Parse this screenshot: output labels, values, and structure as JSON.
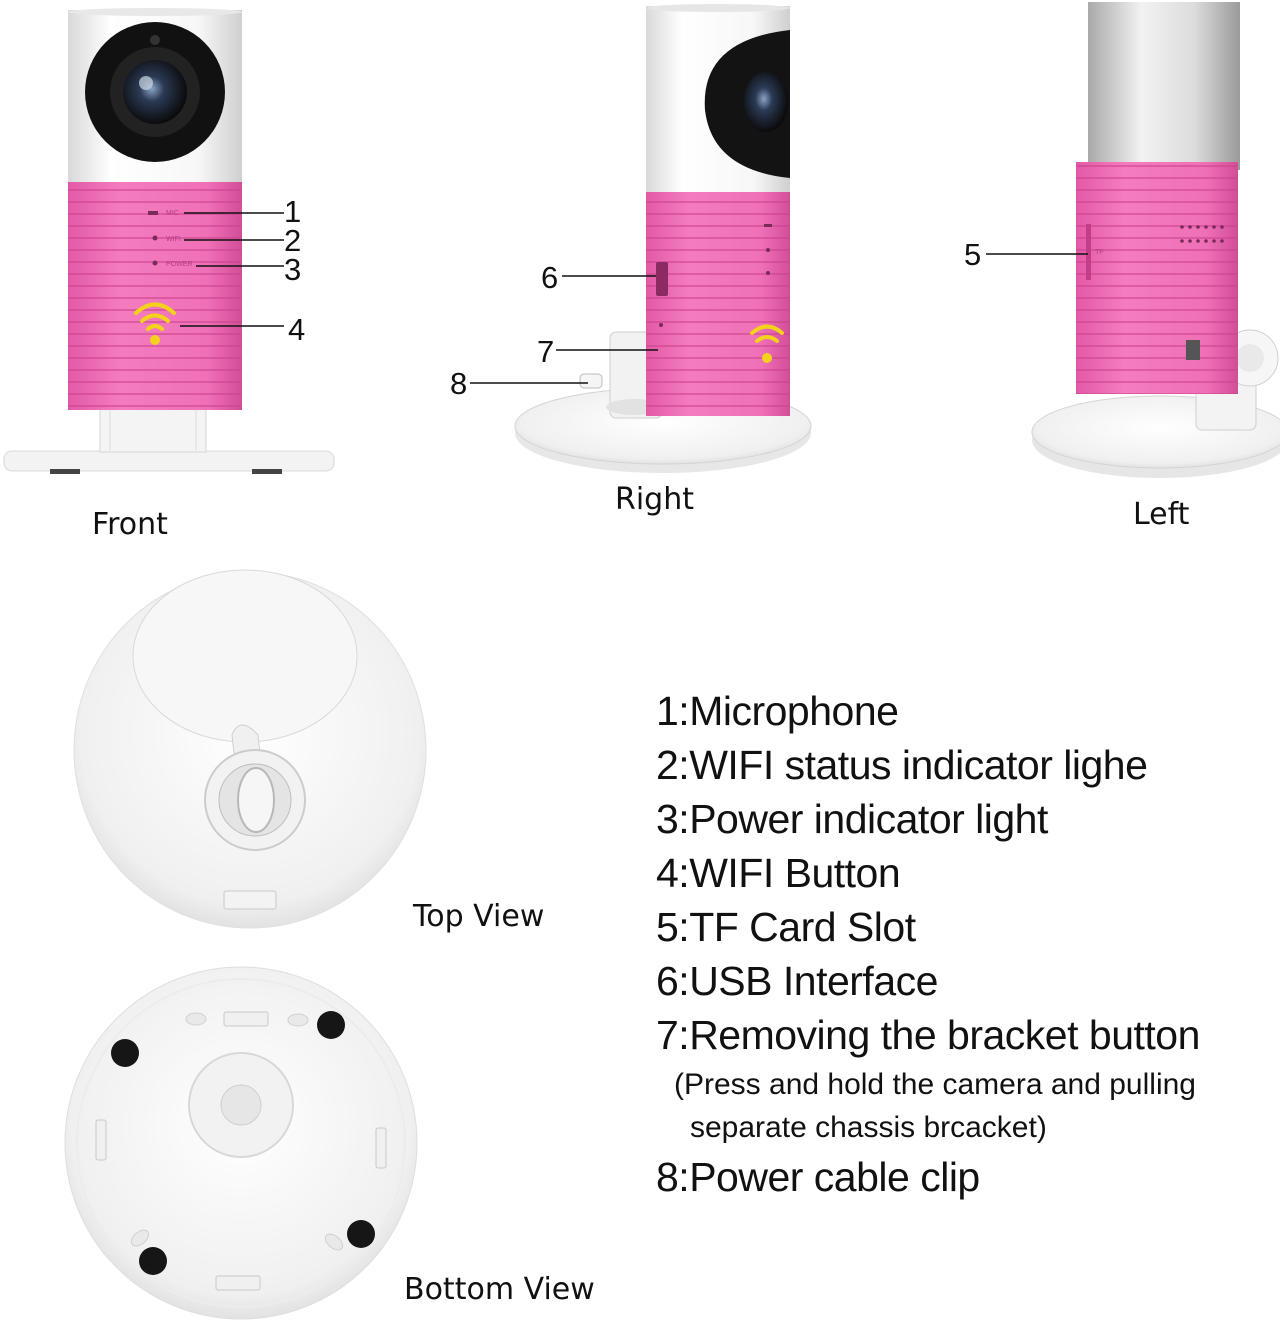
{
  "views": {
    "front": "Front",
    "right": "Right",
    "left": "Left",
    "top": "Top View",
    "bottom": "Bottom View"
  },
  "callouts": [
    "1",
    "2",
    "3",
    "4",
    "5",
    "6",
    "7",
    "8"
  ],
  "device_text": {
    "mic": "MIC",
    "wifi": "WIFI",
    "power": "POWER",
    "tf": "TF"
  },
  "legend": {
    "items": [
      "1:Microphone",
      "2:WIFI status indicator lighe",
      "3:Power indicator light",
      "4:WIFI Button",
      "5:TF Card Slot",
      "6:USB Interface",
      "7:Removing the bracket button"
    ],
    "note_line1": "(Press and hold the camera and pulling",
    "note_line2": "separate chassis brcacket)",
    "last_item": "8:Power cable clip"
  },
  "colors": {
    "body_pink": "#ee6fb4",
    "stripe_pink": "#d94d9b",
    "white_shell": "#f4f4f4",
    "lens_black": "#151515",
    "wifi_yellow": "#f3d21c"
  }
}
